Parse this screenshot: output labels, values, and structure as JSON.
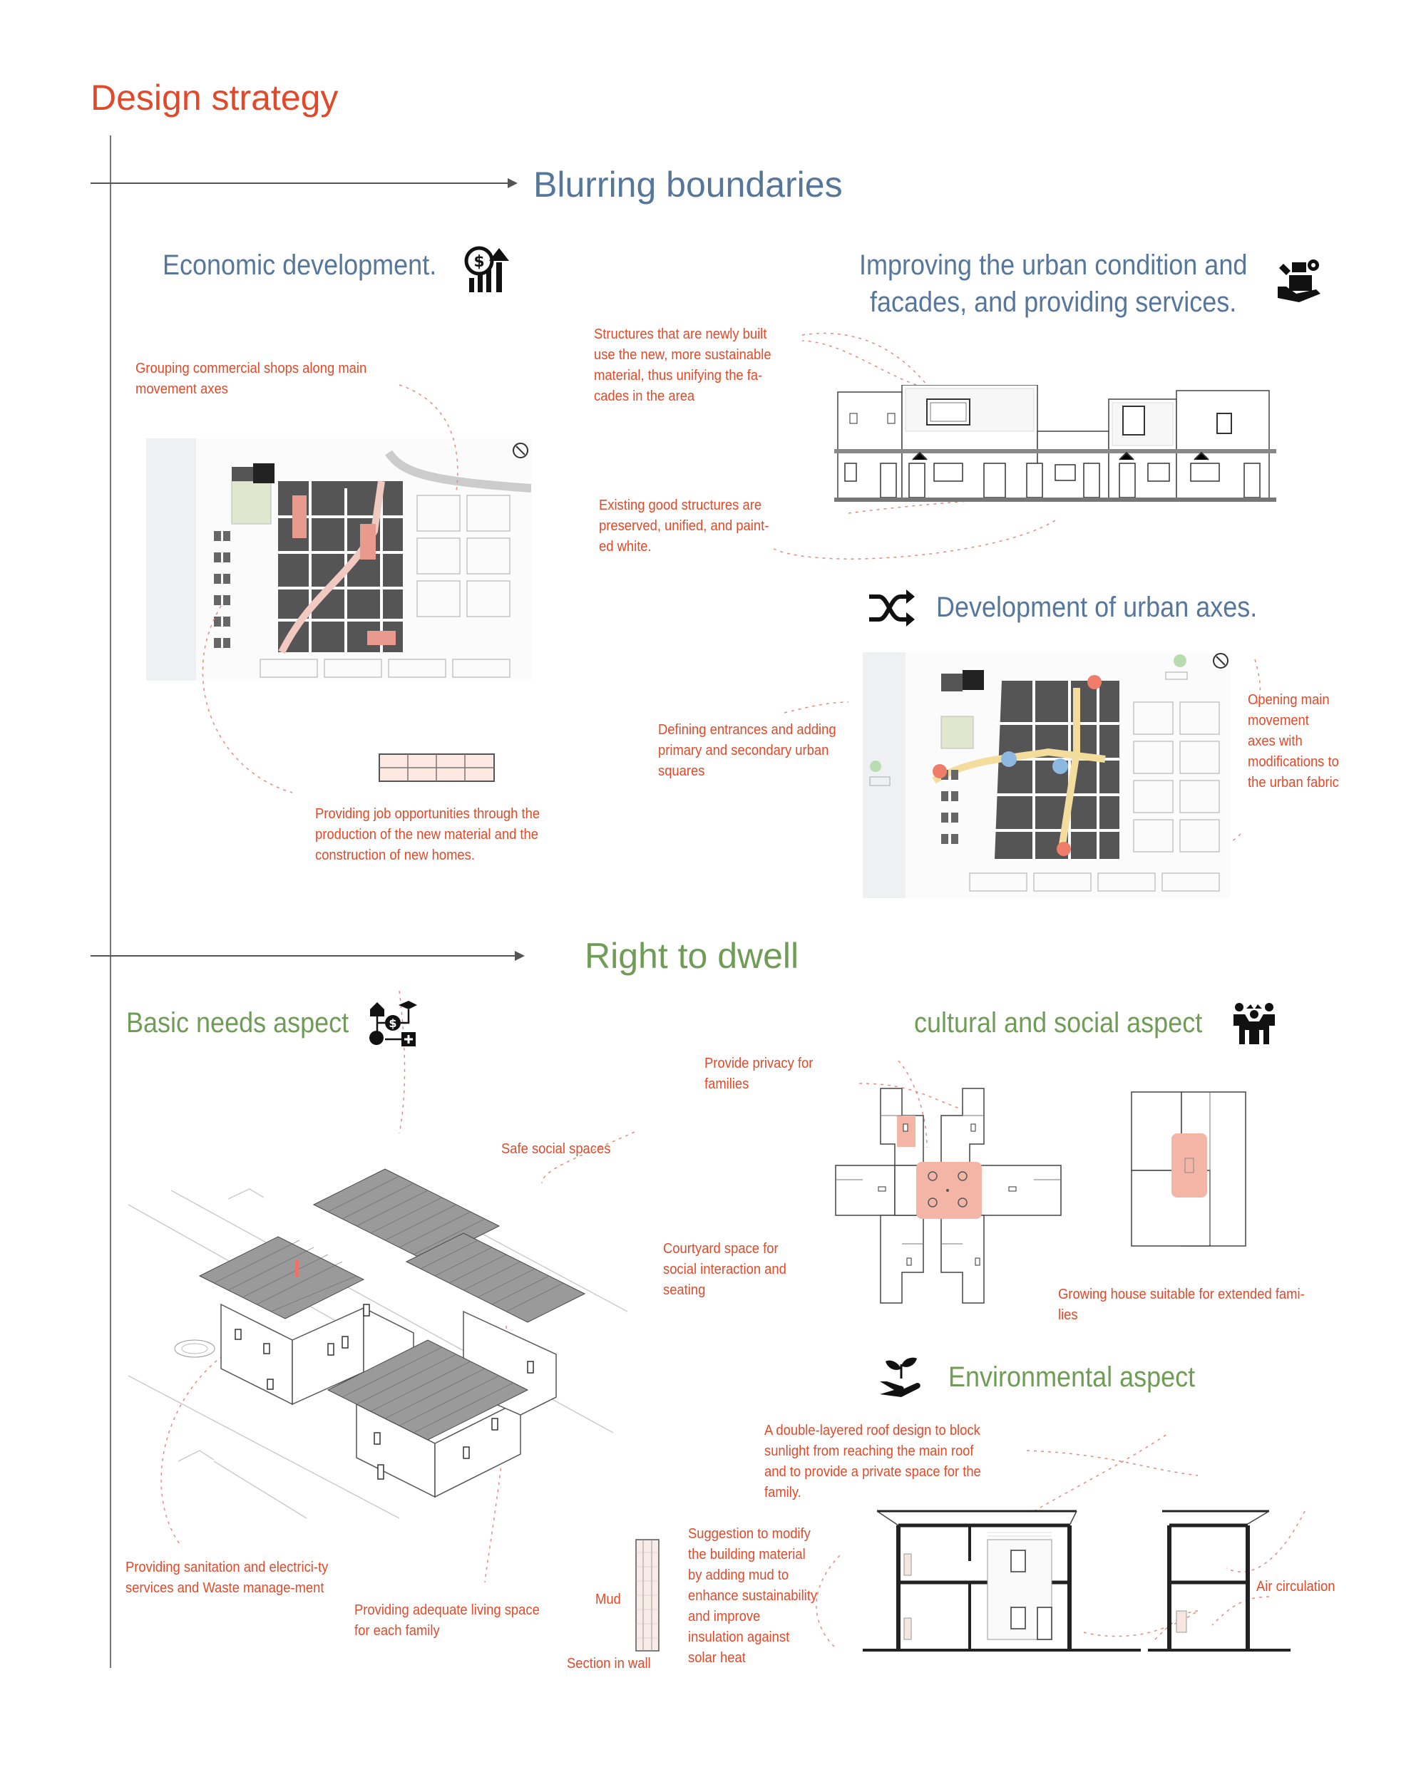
{
  "page": {
    "title": "Design strategy"
  },
  "section1": {
    "title": "Blurring boundaries",
    "economic": {
      "title": "Economic development.",
      "icon": "money-growth-icon",
      "note_shops": "Grouping commercial shops along main movement axes",
      "note_jobs": "Providing job opportunities through the production of the new material and the construction of new homes."
    },
    "urban": {
      "title_line1": "Improving the urban condition and",
      "title_line2": "facades, and providing services.",
      "icon": "hand-services-icon",
      "note_new": "Structures that are newly built use the new, more sustainable material, thus unifying the fa-cades in the area",
      "note_existing": "Existing good structures are preserved, unified, and paint-ed white."
    },
    "axes": {
      "title": "Development of urban axes.",
      "icon": "shuffle-arrows-icon",
      "note_entrances": "Defining entrances and adding primary and secondary urban squares",
      "note_opening": "Opening main movement axes with modifications to the urban fabric"
    }
  },
  "section2": {
    "title": "Right to dwell",
    "basic": {
      "title": "Basic needs aspect",
      "icon": "basic-needs-icon",
      "note_safe": "Safe social spaces",
      "note_sanitation": "Providing sanitation and electrici-ty services and Waste manage-ment",
      "note_living": "Providing adequate living space for each family"
    },
    "cultural": {
      "title": "cultural and social aspect",
      "icon": "community-people-icon",
      "note_privacy": "Provide privacy for families",
      "note_courtyard": "Courtyard space for social interaction and seating",
      "note_growing": "Growing house suitable for extended fami-lies"
    },
    "environmental": {
      "title": "Environmental aspect",
      "icon": "hand-plant-icon",
      "note_roof": "A double-layered roof design to block sunlight from reaching the main roof and to provide a private space for the family.",
      "note_mud": "Suggestion to modify the building material by adding mud to enhance sustainability and improve insulation against solar heat",
      "label_mud": "Mud",
      "label_section": "Section in wall",
      "label_air": "Air circulation"
    }
  },
  "colors": {
    "accent_red": "#e04a2a",
    "blue": "#56779b",
    "green": "#6f9c56",
    "highlight": "#f3b5a6"
  }
}
